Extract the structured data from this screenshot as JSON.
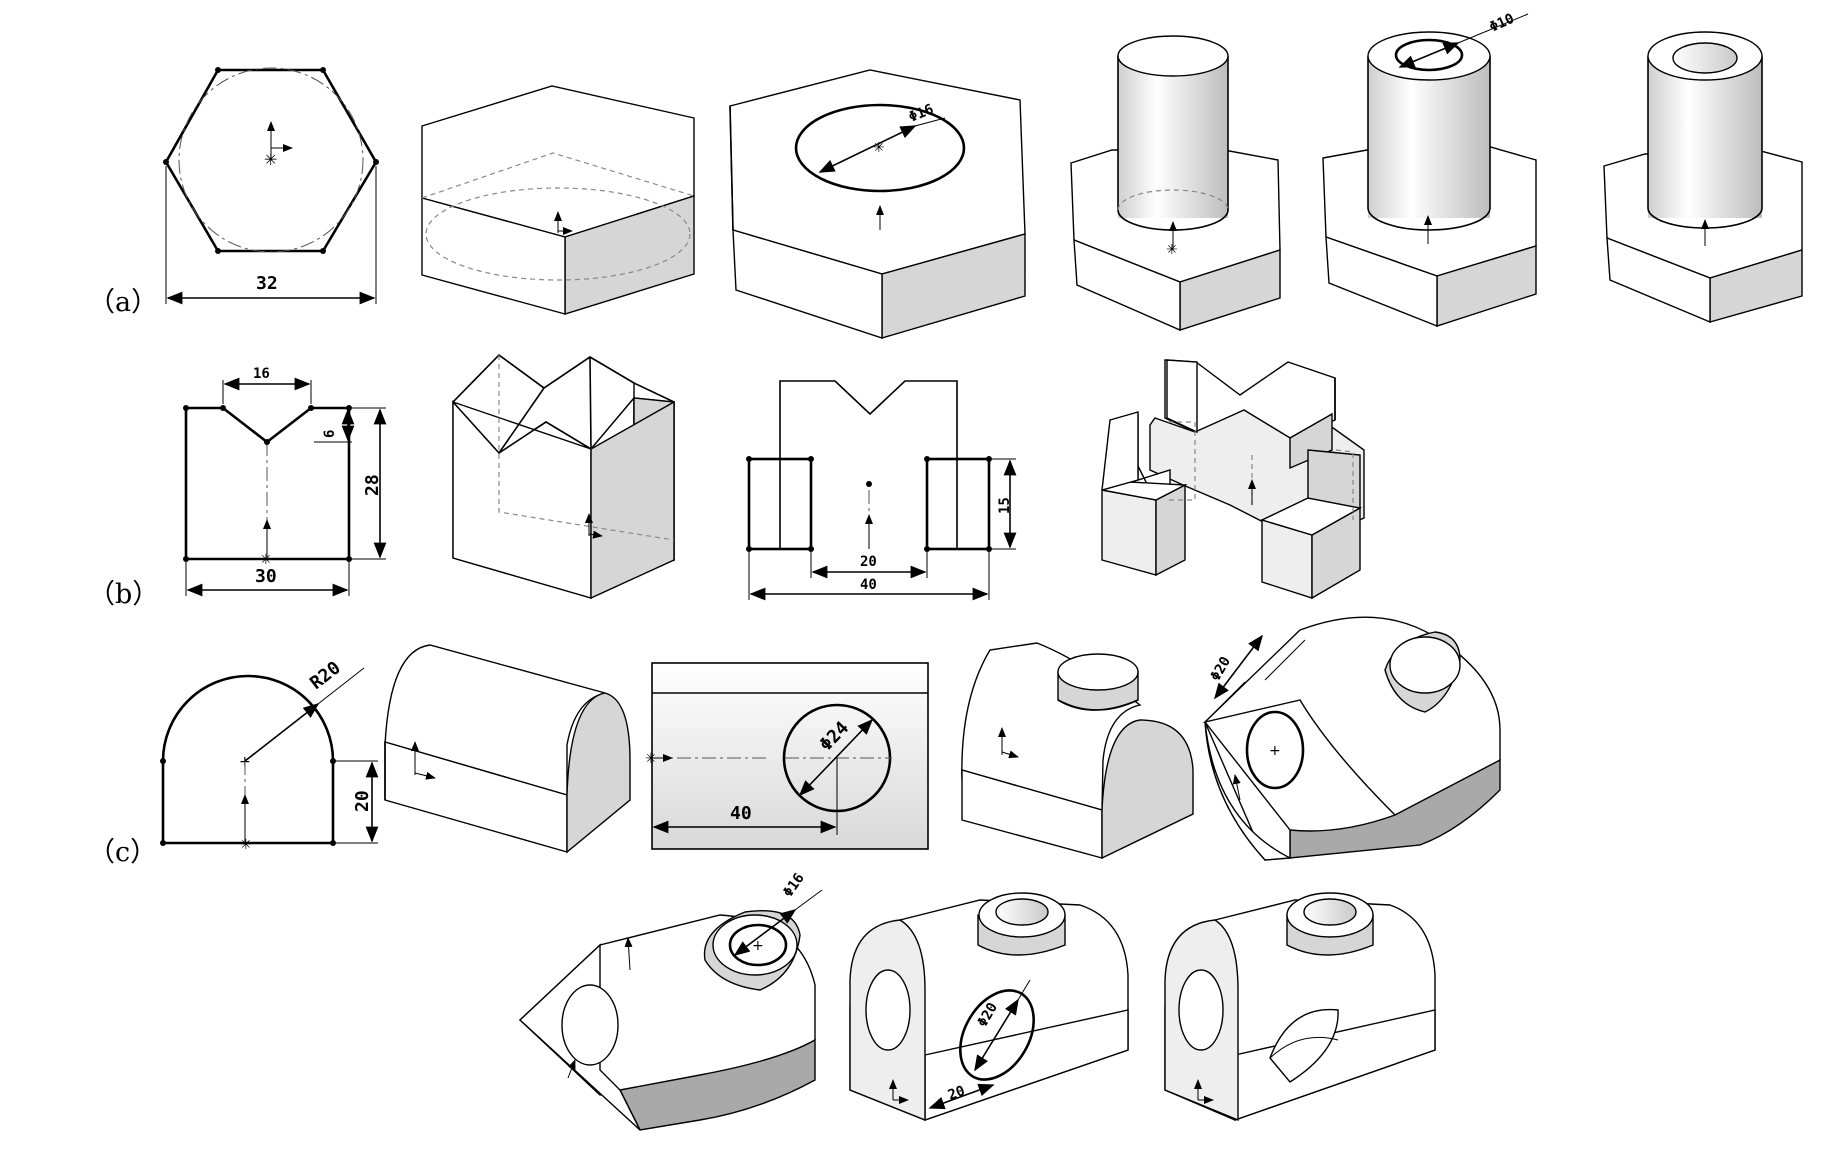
{
  "rows": {
    "a": {
      "label": "（a）"
    },
    "b": {
      "label": "（b）"
    },
    "c": {
      "label": "（c）"
    }
  },
  "dimensions": {
    "a_width": "32",
    "a_hex_hole": "Φ16",
    "a_cyl_hole": "Φ10",
    "b_v_width": "16",
    "b_v_depth": "6",
    "b_height": "28",
    "b_width": "30",
    "b_slot_height": "15",
    "b_slot_inner": "20",
    "b_slot_outer": "40",
    "c_radius": "R20",
    "c_height": "20",
    "c_boss_dia": "Φ24",
    "c_boss_pos": "40",
    "c_end_hole": "Φ20",
    "c_boss_hole": "Φ16",
    "c_cross_hole": "Φ20",
    "c_cross_pos": "20"
  }
}
